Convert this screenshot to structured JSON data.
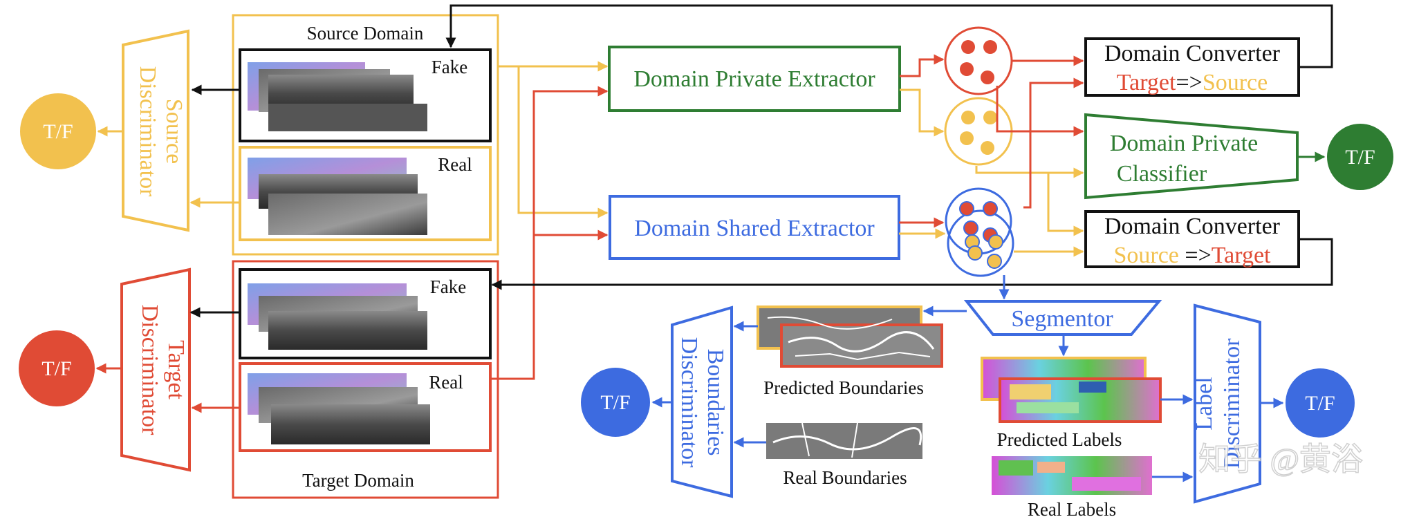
{
  "colors": {
    "yellow": "#F2C14E",
    "red": "#E04B35",
    "green": "#2E7D32",
    "blue": "#3D6BE0",
    "black": "#111111"
  },
  "source_domain": {
    "title": "Source Domain",
    "fake": "Fake",
    "real": "Real"
  },
  "target_domain": {
    "title": "Target Domain",
    "fake": "Fake",
    "real": "Real"
  },
  "source_discriminator": {
    "line1": "Source",
    "line2": "Discriminator"
  },
  "target_discriminator": {
    "line1": "Target",
    "line2": "Discriminator"
  },
  "private_extractor": "Domain Private Extractor",
  "shared_extractor": "Domain Shared Extractor",
  "converter_top": {
    "title": "Domain Converter",
    "from": "Target",
    "arrow": "=>",
    "to": "Source"
  },
  "converter_bottom": {
    "title": "Domain Converter",
    "from": "Source ",
    "arrow": "=>",
    "to": "Target"
  },
  "private_classifier": {
    "line1": "Domain Private",
    "line2": "Classifier"
  },
  "segmentor": "Segmentor",
  "boundaries_discriminator": {
    "line1": "Boundaries",
    "line2": "Discriminator"
  },
  "label_discriminator": {
    "line1": "Label",
    "line2": "Discriminator"
  },
  "predicted_boundaries": "Predicted Boundaries",
  "real_boundaries": "Real Boundaries",
  "predicted_labels": "Predicted Labels",
  "real_labels": "Real Labels",
  "tf": "T/F",
  "watermark": "知乎 @黄浴"
}
